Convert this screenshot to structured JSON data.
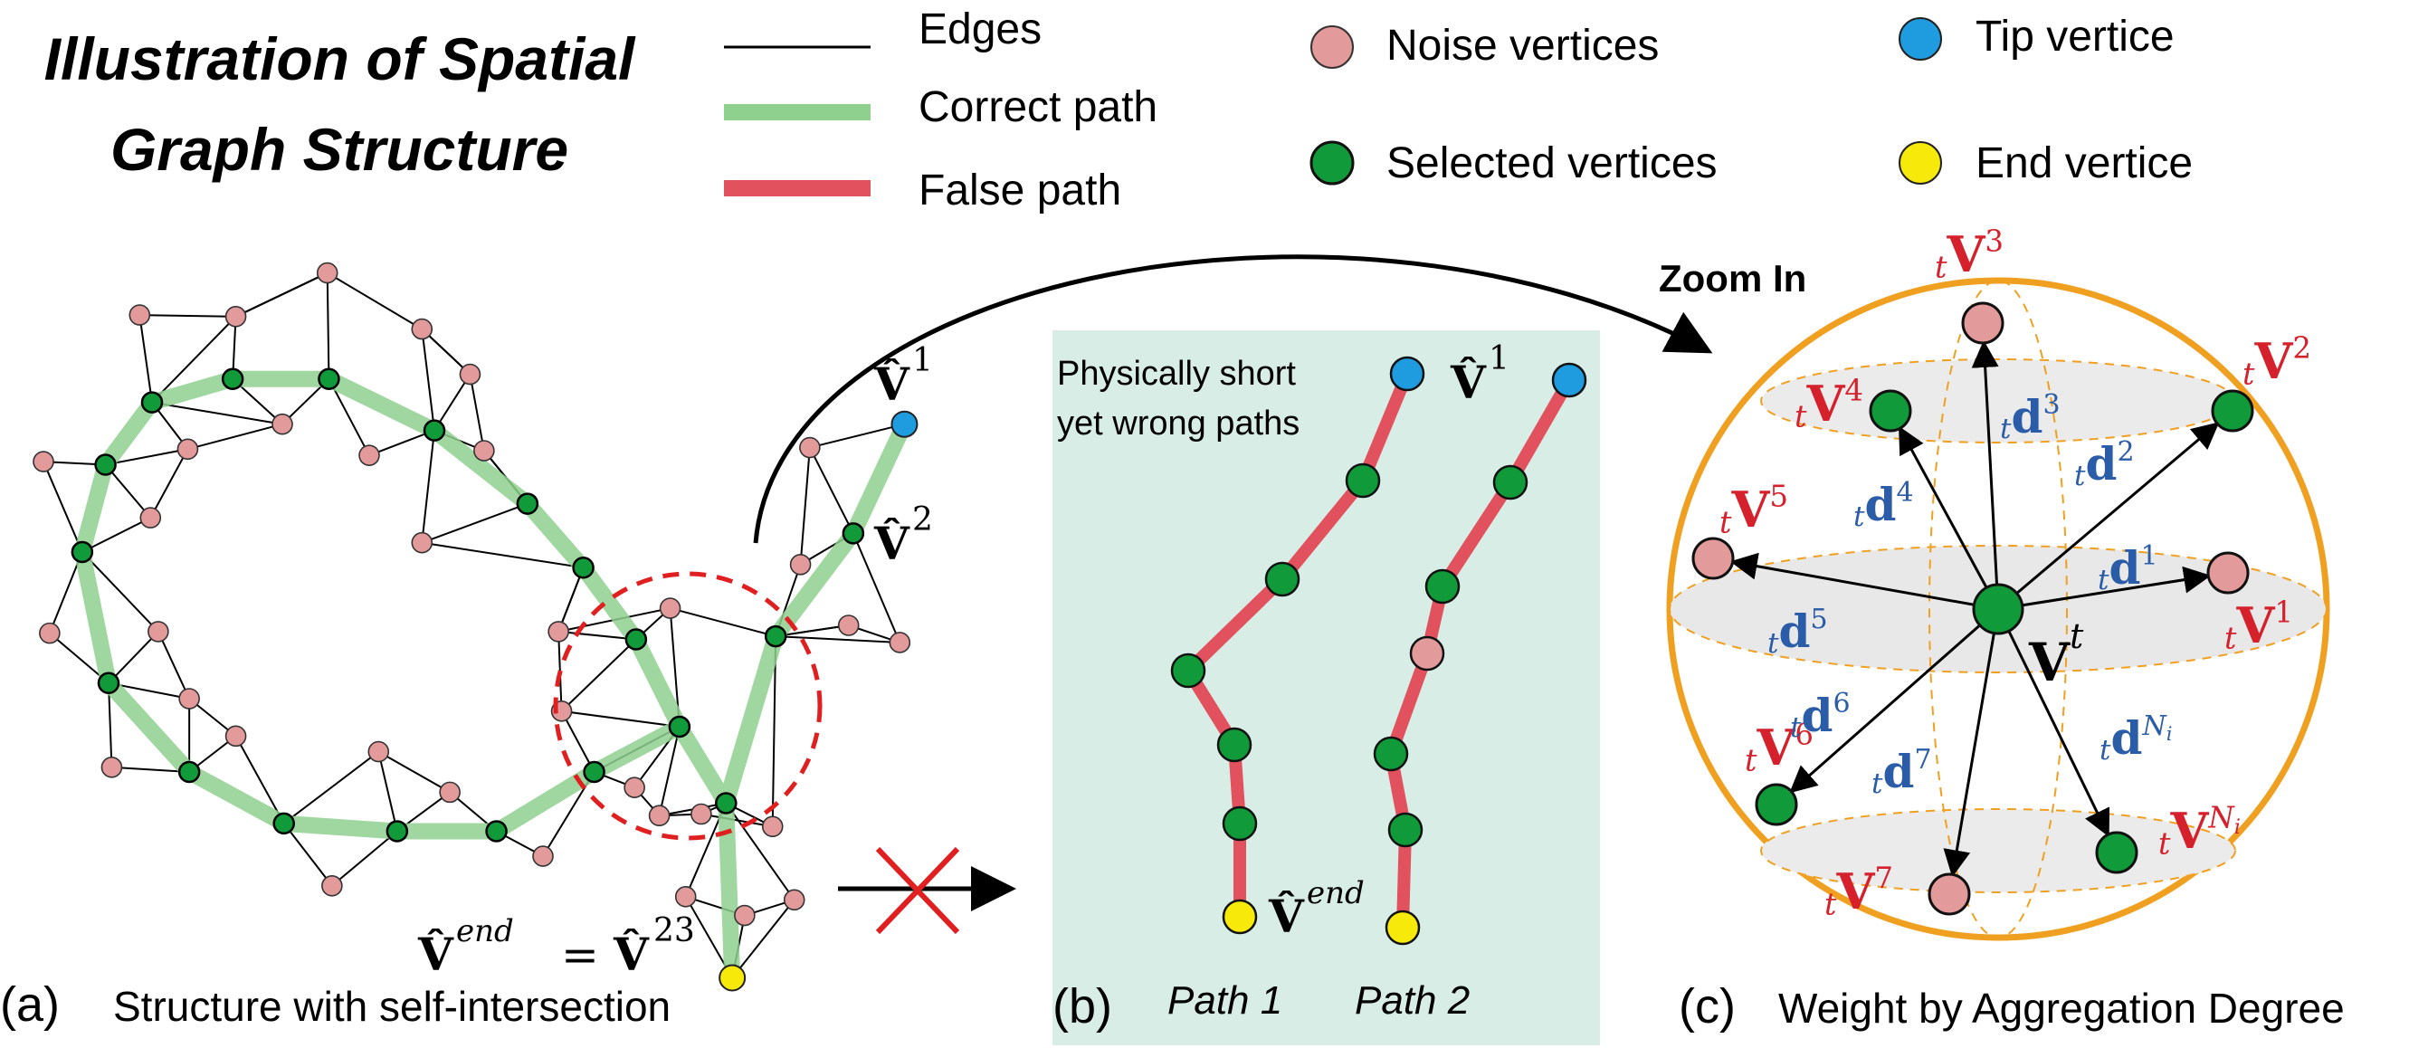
{
  "title": {
    "line1": "Illustration of Spatial",
    "line2": "Graph Structure"
  },
  "legend": {
    "edges": "Edges",
    "correct_path": "Correct path",
    "false_path": "False path",
    "noise": "Noise vertices",
    "selected": "Selected vertices",
    "tip": "Tip vertice",
    "end": "End vertice"
  },
  "colors": {
    "noise": "#e39a9a",
    "selected": "#119a39",
    "tip": "#1f9be0",
    "end": "#f7ea0a",
    "correct_path": "#8fd08f",
    "false_path": "#e1515e",
    "sphere": "#f0a020",
    "panel_b_bg": "#d7ede5",
    "vector_red": "#d4212b",
    "vector_blue": "#2a5ca8"
  },
  "panel_a": {
    "label": "(a)",
    "caption": "Structure with self-intersection",
    "v1": {
      "main": "V̂",
      "sup": "1"
    },
    "v2": {
      "main": "V̂",
      "sup": "2"
    },
    "vend": {
      "main": "V̂",
      "sup": "end",
      "eq": "=",
      "main2": "V̂",
      "sup2": "23"
    }
  },
  "panel_b": {
    "label": "(b)",
    "note_line1": "Physically short",
    "note_line2": "yet wrong paths",
    "path1": "Path 1",
    "path2": "Path 2",
    "v1": {
      "main": "V̂",
      "sup": "1"
    },
    "vend": {
      "main": "V̂",
      "sup": "end"
    }
  },
  "panel_c": {
    "label": "(c)",
    "caption": "Weight by Aggregation Degree",
    "zoom": "Zoom In",
    "center": {
      "main": "V",
      "sup": "t"
    },
    "pre": "t",
    "vertices": [
      {
        "main": "V",
        "sup": "1"
      },
      {
        "main": "V",
        "sup": "2"
      },
      {
        "main": "V",
        "sup": "3"
      },
      {
        "main": "V",
        "sup": "4"
      },
      {
        "main": "V",
        "sup": "5"
      },
      {
        "main": "V",
        "sup": "6"
      },
      {
        "main": "V",
        "sup": "7"
      },
      {
        "main": "V",
        "sup": "N",
        "sub": "i"
      }
    ],
    "vectors": [
      {
        "main": "d",
        "sup": "1"
      },
      {
        "main": "d",
        "sup": "2"
      },
      {
        "main": "d",
        "sup": "3"
      },
      {
        "main": "d",
        "sup": "4"
      },
      {
        "main": "d",
        "sup": "5"
      },
      {
        "main": "d",
        "sup": "6"
      },
      {
        "main": "d",
        "sup": "7"
      },
      {
        "main": "d",
        "sup": "N",
        "sub": "i"
      }
    ]
  }
}
